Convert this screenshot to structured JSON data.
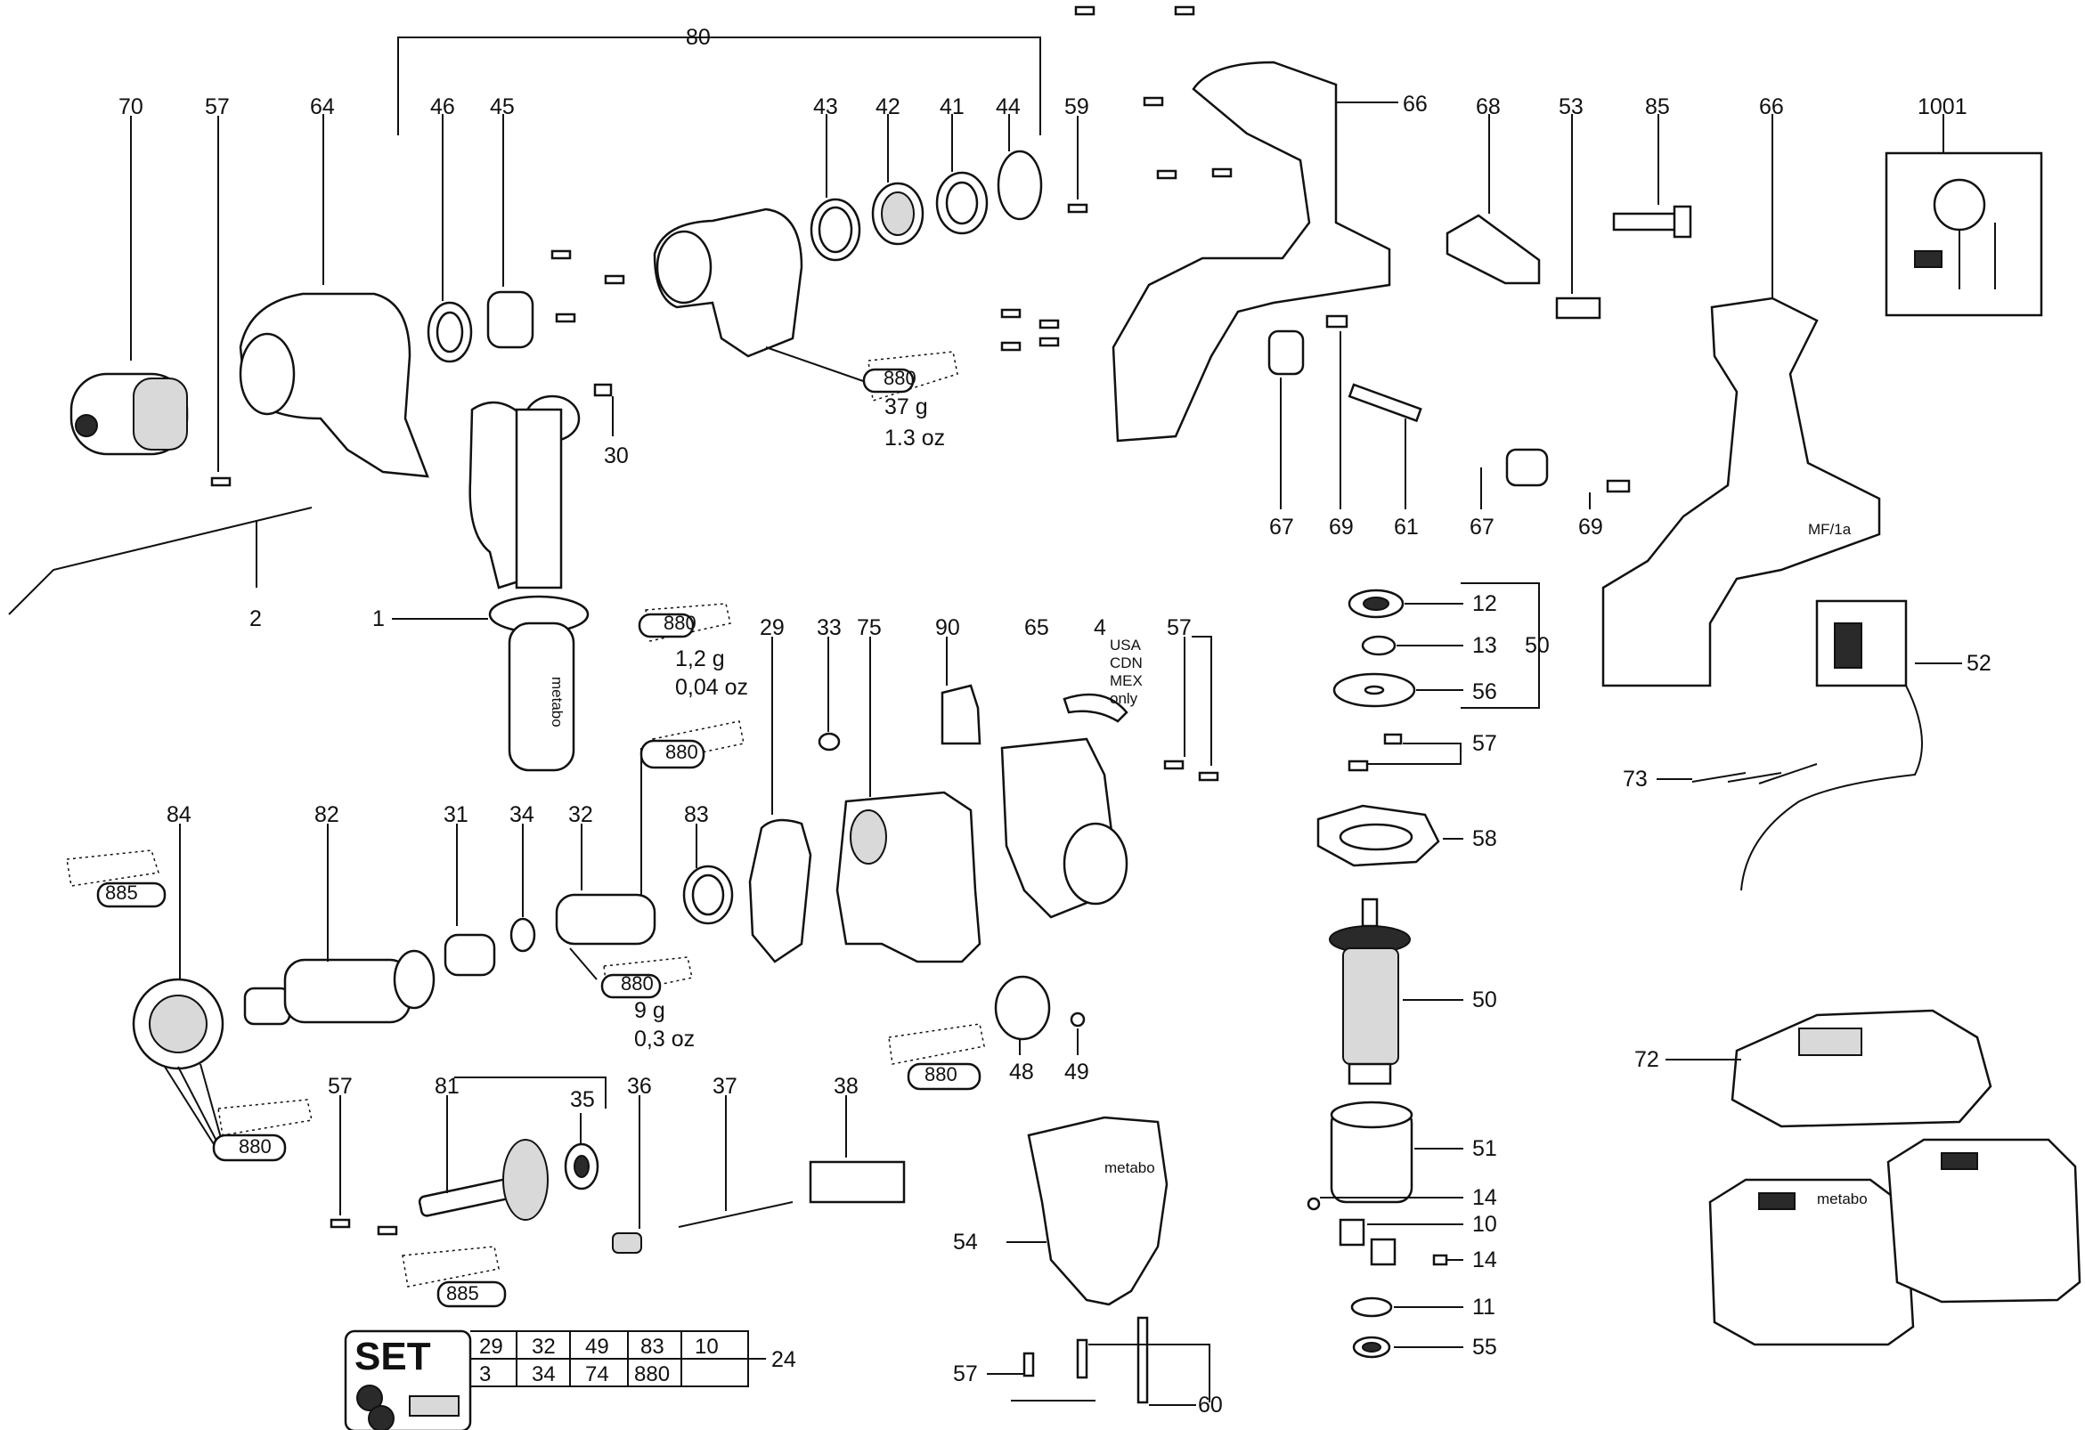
{
  "callouts": {
    "c80": "80",
    "c70": "70",
    "c57a": "57",
    "c64": "64",
    "c46": "46",
    "c45": "45",
    "c43": "43",
    "c42": "42",
    "c41": "41",
    "c44": "44",
    "c59": "59",
    "c66a": "66",
    "c68": "68",
    "c53": "53",
    "c85": "85",
    "c66b": "66",
    "c1001": "1001",
    "c30": "30",
    "c67a": "67",
    "c69a": "69",
    "c61": "61",
    "c67b": "67",
    "c69b": "69",
    "c2": "2",
    "c1": "1",
    "c29": "29",
    "c33": "33",
    "c75": "75",
    "c90": "90",
    "c65": "65",
    "c4": "4",
    "c57b": "57",
    "c12": "12",
    "c13": "13",
    "c50a": "50",
    "c56": "56",
    "c57c": "57",
    "c52": "52",
    "c73": "73",
    "c58": "58",
    "c84": "84",
    "c82": "82",
    "c31": "31",
    "c34": "34",
    "c32": "32",
    "c83": "83",
    "c50b": "50",
    "c48": "48",
    "c49": "49",
    "c72": "72",
    "c57d": "57",
    "c81": "81",
    "c35": "35",
    "c36": "36",
    "c37": "37",
    "c38": "38",
    "c51": "51",
    "c14a": "14",
    "c10": "10",
    "c14b": "14",
    "c11": "11",
    "c55": "55",
    "c54": "54",
    "c57e": "57",
    "c60": "60",
    "c24": "24"
  },
  "grease": {
    "g880a": "880",
    "g880b": "880",
    "g880c": "880",
    "g880d": "880",
    "g880e": "880",
    "g880f": "880",
    "g885a": "885",
    "g885b": "885"
  },
  "notes": {
    "weight1_g": "37 g",
    "weight1_oz": "1.3 oz",
    "weight2_g": "1,2 g",
    "weight2_oz": "0,04 oz",
    "weight3_g": "9 g",
    "weight3_oz": "0,3 oz",
    "region_1": "USA",
    "region_2": "CDN",
    "region_3": "MEX",
    "region_4": "only"
  },
  "brand": {
    "handle_brand": "metabo",
    "housing_brand": "metabo",
    "battery_brand": "metabo",
    "grip_model": "MF/1a"
  },
  "set_table": {
    "title": "SET",
    "row1": [
      "29",
      "32",
      "49",
      "83",
      "10"
    ],
    "row2": [
      "3",
      "34",
      "74",
      "880",
      ""
    ]
  }
}
